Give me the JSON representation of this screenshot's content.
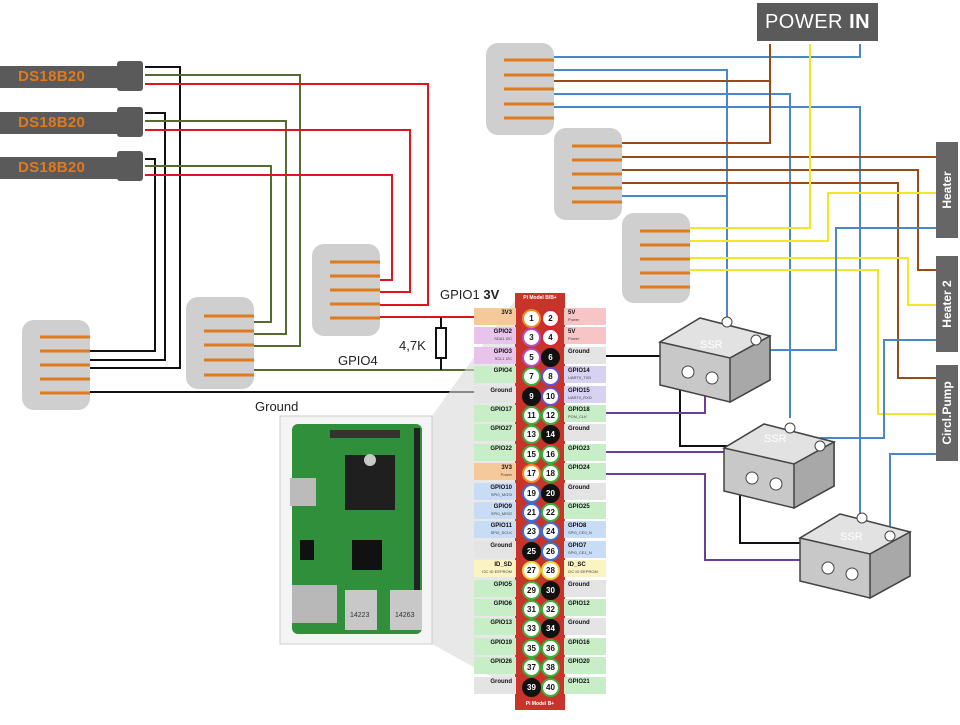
{
  "sensors": [
    "DS18B20",
    "DS18B20",
    "DS18B20"
  ],
  "power_in": {
    "prefix": "POWER ",
    "bold": "IN"
  },
  "right_labels": [
    "Heater",
    "Heater 2",
    "Circl.Pump"
  ],
  "ssr_label": "SSR",
  "labels": {
    "gpio1": "GPIO1",
    "gpio1_volt": "3V",
    "resistor": "4,7K",
    "gpio4": "GPIO4",
    "ground": "Ground"
  },
  "header": {
    "title": "Pi Model B/B+",
    "footer": "Pi Model B+",
    "rows": [
      {
        "l": "3V3",
        "ls": "",
        "lc": "#f6c99a",
        "a": 1,
        "ac": "#f08a24",
        "b": 2,
        "bc": "#d8262e",
        "r": "5V",
        "rs": "Power",
        "rc": "#f7c5c5"
      },
      {
        "l": "GPIO2",
        "ls": "SDA1 I2C",
        "lc": "#e8c4ec",
        "a": 3,
        "ac": "#b54dbe",
        "b": 4,
        "bc": "#d8262e",
        "r": "5V",
        "rs": "Power",
        "rc": "#f7c5c5"
      },
      {
        "l": "GPIO3",
        "ls": "SCL1 I2C",
        "lc": "#e8c4ec",
        "a": 5,
        "ac": "#b54dbe",
        "b": 6,
        "bc": "#111",
        "r": "Ground",
        "rs": "",
        "rc": "#e4e4e4"
      },
      {
        "l": "GPIO4",
        "ls": "",
        "lc": "#c8eec8",
        "a": 7,
        "ac": "#3cae3c",
        "b": 8,
        "bc": "#6b50c8",
        "r": "GPIO14",
        "rs": "UART0_TXD",
        "rc": "#d8d2f2"
      },
      {
        "l": "Ground",
        "ls": "",
        "lc": "#e4e4e4",
        "a": 9,
        "ac": "#111",
        "b": 10,
        "bc": "#6b50c8",
        "r": "GPIO15",
        "rs": "UART0_RXD",
        "rc": "#d8d2f2"
      },
      {
        "l": "GPIO17",
        "ls": "",
        "lc": "#c8eec8",
        "a": 11,
        "ac": "#3cae3c",
        "b": 12,
        "bc": "#3cae3c",
        "r": "GPIO18",
        "rs": "PCM_CLK",
        "rc": "#c8eec8"
      },
      {
        "l": "GPIO27",
        "ls": "",
        "lc": "#c8eec8",
        "a": 13,
        "ac": "#3cae3c",
        "b": 14,
        "bc": "#111",
        "r": "Ground",
        "rs": "",
        "rc": "#e4e4e4"
      },
      {
        "l": "GPIO22",
        "ls": "",
        "lc": "#c8eec8",
        "a": 15,
        "ac": "#3cae3c",
        "b": 16,
        "bc": "#3cae3c",
        "r": "GPIO23",
        "rs": "",
        "rc": "#c8eec8"
      },
      {
        "l": "3V3",
        "ls": "Power",
        "lc": "#f6c99a",
        "a": 17,
        "ac": "#f08a24",
        "b": 18,
        "bc": "#3cae3c",
        "r": "GPIO24",
        "rs": "",
        "rc": "#c8eec8"
      },
      {
        "l": "GPIO10",
        "ls": "SPI0_MOSI",
        "lc": "#c9dcf5",
        "a": 19,
        "ac": "#3b6fd1",
        "b": 20,
        "bc": "#111",
        "r": "Ground",
        "rs": "",
        "rc": "#e4e4e4"
      },
      {
        "l": "GPIO9",
        "ls": "SPI0_MISO",
        "lc": "#c9dcf5",
        "a": 21,
        "ac": "#3b6fd1",
        "b": 22,
        "bc": "#3cae3c",
        "r": "GPIO25",
        "rs": "",
        "rc": "#c8eec8"
      },
      {
        "l": "GPIO11",
        "ls": "SPI0_SCLK",
        "lc": "#c9dcf5",
        "a": 23,
        "ac": "#3b6fd1",
        "b": 24,
        "bc": "#3b6fd1",
        "r": "GPIO8",
        "rs": "SPI0_CE0_N",
        "rc": "#c9dcf5"
      },
      {
        "l": "Ground",
        "ls": "",
        "lc": "#e4e4e4",
        "a": 25,
        "ac": "#111",
        "b": 26,
        "bc": "#3b6fd1",
        "r": "GPIO7",
        "rs": "SPI0_CE1_N",
        "rc": "#c9dcf5"
      },
      {
        "l": "ID_SD",
        "ls": "I2C ID EEPROM",
        "lc": "#fbf3c2",
        "a": 27,
        "ac": "#e8d23a",
        "b": 28,
        "bc": "#e8d23a",
        "r": "ID_SC",
        "rs": "I2C ID EEPROM",
        "rc": "#fbf3c2"
      },
      {
        "l": "GPIO5",
        "ls": "",
        "lc": "#c8eec8",
        "a": 29,
        "ac": "#3cae3c",
        "b": 30,
        "bc": "#111",
        "r": "Ground",
        "rs": "",
        "rc": "#e4e4e4"
      },
      {
        "l": "GPIO6",
        "ls": "",
        "lc": "#c8eec8",
        "a": 31,
        "ac": "#3cae3c",
        "b": 32,
        "bc": "#3cae3c",
        "r": "GPIO12",
        "rs": "",
        "rc": "#c8eec8"
      },
      {
        "l": "GPIO13",
        "ls": "",
        "lc": "#c8eec8",
        "a": 33,
        "ac": "#3cae3c",
        "b": 34,
        "bc": "#111",
        "r": "Ground",
        "rs": "",
        "rc": "#e4e4e4"
      },
      {
        "l": "GPIO19",
        "ls": "",
        "lc": "#c8eec8",
        "a": 35,
        "ac": "#3cae3c",
        "b": 36,
        "bc": "#3cae3c",
        "r": "GPIO16",
        "rs": "",
        "rc": "#c8eec8"
      },
      {
        "l": "GPIO26",
        "ls": "",
        "lc": "#c8eec8",
        "a": 37,
        "ac": "#3cae3c",
        "b": 38,
        "bc": "#3cae3c",
        "r": "GPIO20",
        "rs": "",
        "rc": "#c8eec8"
      },
      {
        "l": "Ground",
        "ls": "",
        "lc": "#e4e4e4",
        "a": 39,
        "ac": "#111",
        "b": 40,
        "bc": "#3cae3c",
        "r": "GPIO21",
        "rs": "",
        "rc": "#c8eec8"
      }
    ]
  },
  "board_markings": {
    "chip1": "14223",
    "chip2": "14263"
  },
  "colors": {
    "wire_red": "#e0141e",
    "wire_black": "#111111",
    "wire_green": "#556b2f",
    "wire_blue": "#4a86c8",
    "wire_brown": "#9a4a14",
    "wire_yellow": "#f0e62a",
    "wire_purple": "#6a3f9a",
    "wago_grey": "#cfcfcf",
    "wago_orange": "#e07a1c",
    "label_grey": "#5a5a5a",
    "ssr_grey": "#cfcfcf"
  }
}
